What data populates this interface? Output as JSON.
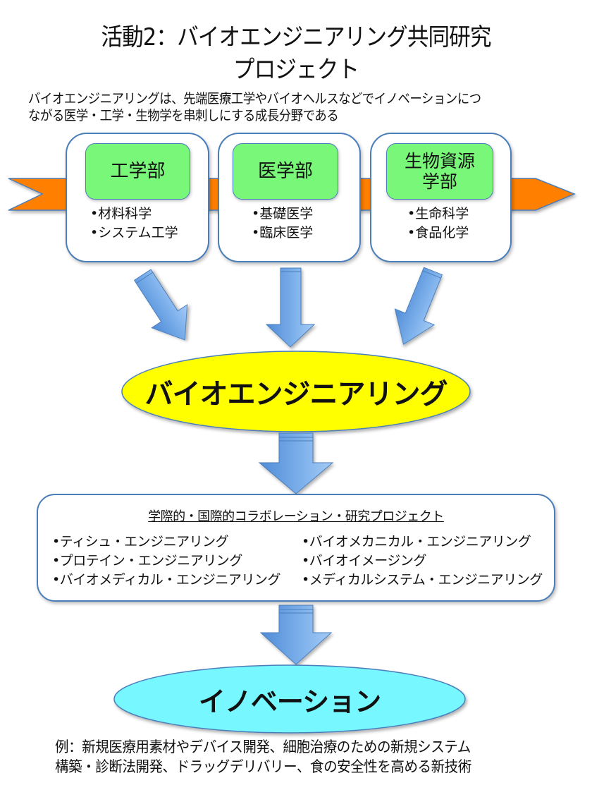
{
  "title": {
    "line1": "活動2：バイオエンジニアリング共同研究",
    "line2": "プロジェクト"
  },
  "intro": {
    "line1": "バイオエンジニアリングは、先端医療工学やバイオヘルスなどでイノベーションにつ",
    "line2": "ながる医学・工学・生物学を串刺しにする成長分野である"
  },
  "departments": [
    {
      "name_line1": "工学部",
      "name_line2": "",
      "fields": [
        "•材料科学",
        "•システム工学"
      ]
    },
    {
      "name_line1": "医学部",
      "name_line2": "",
      "fields": [
        "•基礎医学",
        "•臨床医学"
      ]
    },
    {
      "name_line1": "生物資源",
      "name_line2": "学部",
      "fields": [
        "•生命科学",
        "•食品化学"
      ]
    }
  ],
  "bioengineering": {
    "label": "バイオエンジニアリング"
  },
  "collaboration": {
    "heading": "学際的・国際的コラボレーション・研究プロジェクト",
    "left_items": [
      "•ティシュ・エンジニアリング",
      "•プロテイン・エンジニアリング",
      "•バイオメディカル・エンジニアリング"
    ],
    "right_items": [
      "•バイオメカニカル・エンジニアリング",
      "•バイオイメージング",
      "•メディカルシステム・エンジニアリング"
    ]
  },
  "innovation": {
    "label": "イノベーション"
  },
  "example": {
    "line1": "例：新規医療用素材やデバイス開発、細胞治療のための新規システム",
    "line2": "構築・診断法開発、ドラッグデリバリー、食の安全性を高める新技術"
  },
  "colors": {
    "orange_band": "#ff7f00",
    "border_blue": "#4a7ebb",
    "arrow_blue": "#6fa3e0",
    "dept_green": "#79f779",
    "ellipse_yellow": "#ffff00",
    "ellipse_cyan": "#77f7ff"
  }
}
